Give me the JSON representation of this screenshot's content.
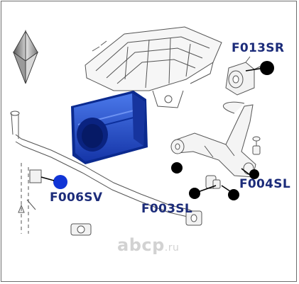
{
  "parts": [
    {
      "id": "F013SR",
      "label": "F013SR",
      "marker_color": "#000000"
    },
    {
      "id": "F006SV",
      "label": "F006SV",
      "marker_color": "#1034d6"
    },
    {
      "id": "F004SL",
      "label": "F004SL",
      "marker_color": "#000000"
    },
    {
      "id": "F003SL",
      "label": "F003SL",
      "marker_color": "#000000"
    }
  ],
  "watermark": {
    "main": "abcp",
    "tld": ".ru"
  },
  "colors": {
    "label_text": "#1c2c7a",
    "bushing": "#1f4cc9",
    "bushing_dark": "#0b2a8f",
    "line_art": "#555555",
    "frame": "#6e6e6e"
  }
}
